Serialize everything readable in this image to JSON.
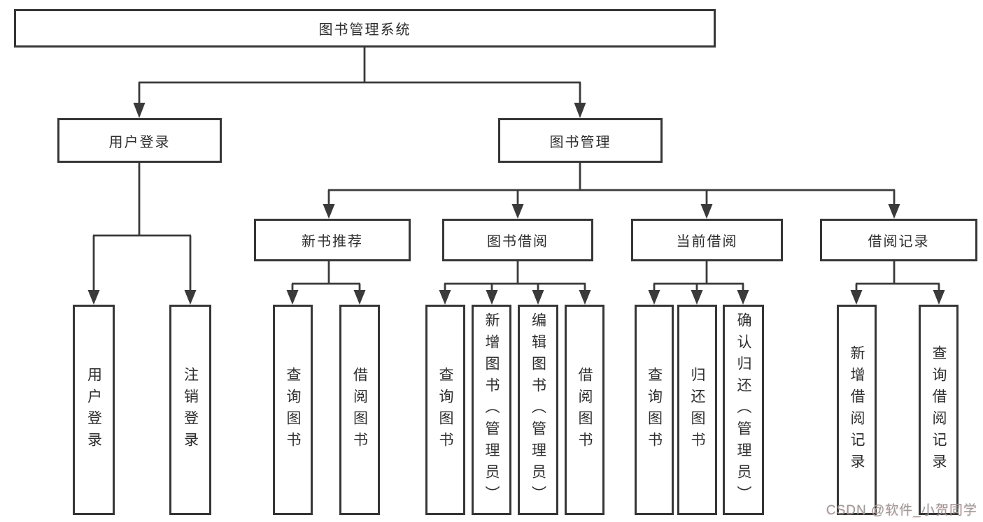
{
  "diagram": {
    "title": "图书管理系统",
    "root": {
      "label": "图书管理系统"
    },
    "branches": [
      {
        "label": "用户登录",
        "children": [
          {
            "label": "用户登录"
          },
          {
            "label": "注销登录"
          }
        ]
      },
      {
        "label": "图书管理",
        "children": [
          {
            "label": "新书推荐",
            "children": [
              {
                "label": "查询图书"
              },
              {
                "label": "借阅图书"
              }
            ]
          },
          {
            "label": "图书借阅",
            "children": [
              {
                "label": "查询图书"
              },
              {
                "label": "新增图书（管理员）"
              },
              {
                "label": "编辑图书（管理员）"
              },
              {
                "label": "借阅图书"
              }
            ]
          },
          {
            "label": "当前借阅",
            "children": [
              {
                "label": "查询图书"
              },
              {
                "label": "归还图书"
              },
              {
                "label": "确认归还（管理员）"
              }
            ]
          },
          {
            "label": "借阅记录",
            "children": [
              {
                "label": "新增借阅记录"
              },
              {
                "label": "查询借阅记录"
              }
            ]
          }
        ]
      }
    ]
  },
  "watermark": {
    "text": "CSDN @软件_小贺同学"
  },
  "colors": {
    "line": "#3a3a3a",
    "box_border": "#333333",
    "box_fill": "#ffffff",
    "text": "#2e2e2e",
    "watermark_text": "#9a9a9a",
    "background": "#ffffff"
  }
}
